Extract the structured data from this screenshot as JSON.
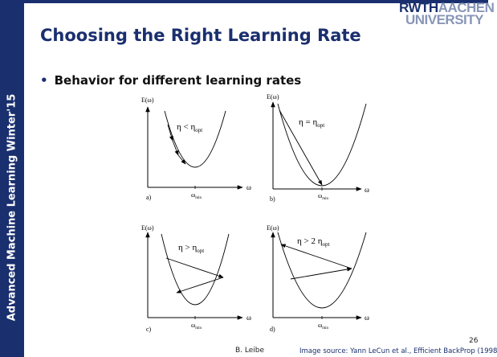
{
  "sidebar": {
    "course_label": "Advanced Machine Learning Winter'15"
  },
  "logo": {
    "part1": "RWTH",
    "part2": "AACHEN",
    "part3": "UNIVERSITY"
  },
  "slide": {
    "title": "Choosing the Right Learning Rate",
    "bullet": "Behavior for different learning rates"
  },
  "panels": [
    {
      "label": "a)",
      "condition": "η < η",
      "sub": "opt",
      "y_axis": "E(ω)",
      "x_axis": "ω",
      "x_mark": "ω",
      "x_mark_sub": "min"
    },
    {
      "label": "b)",
      "condition": "η = η",
      "sub": "opt",
      "y_axis": "E(ω)",
      "x_axis": "ω",
      "x_mark": "ω",
      "x_mark_sub": "min"
    },
    {
      "label": "c)",
      "condition": "η > η",
      "sub": "opt",
      "y_axis": "E(ω)",
      "x_axis": "ω",
      "x_mark": "ω",
      "x_mark_sub": "min"
    },
    {
      "label": "d)",
      "condition": "η > 2 η",
      "sub": "opt",
      "y_axis": "E(ω)",
      "x_axis": "ω",
      "x_mark": "ω",
      "x_mark_sub": "min"
    }
  ],
  "footer": {
    "author": "B. Leibe",
    "source": "Image source: Yann LeCun et al., Efficient BackProp (1998",
    "page_number": "26"
  },
  "colors": {
    "primary": "#1a2f6e",
    "secondary": "#8896b8"
  }
}
